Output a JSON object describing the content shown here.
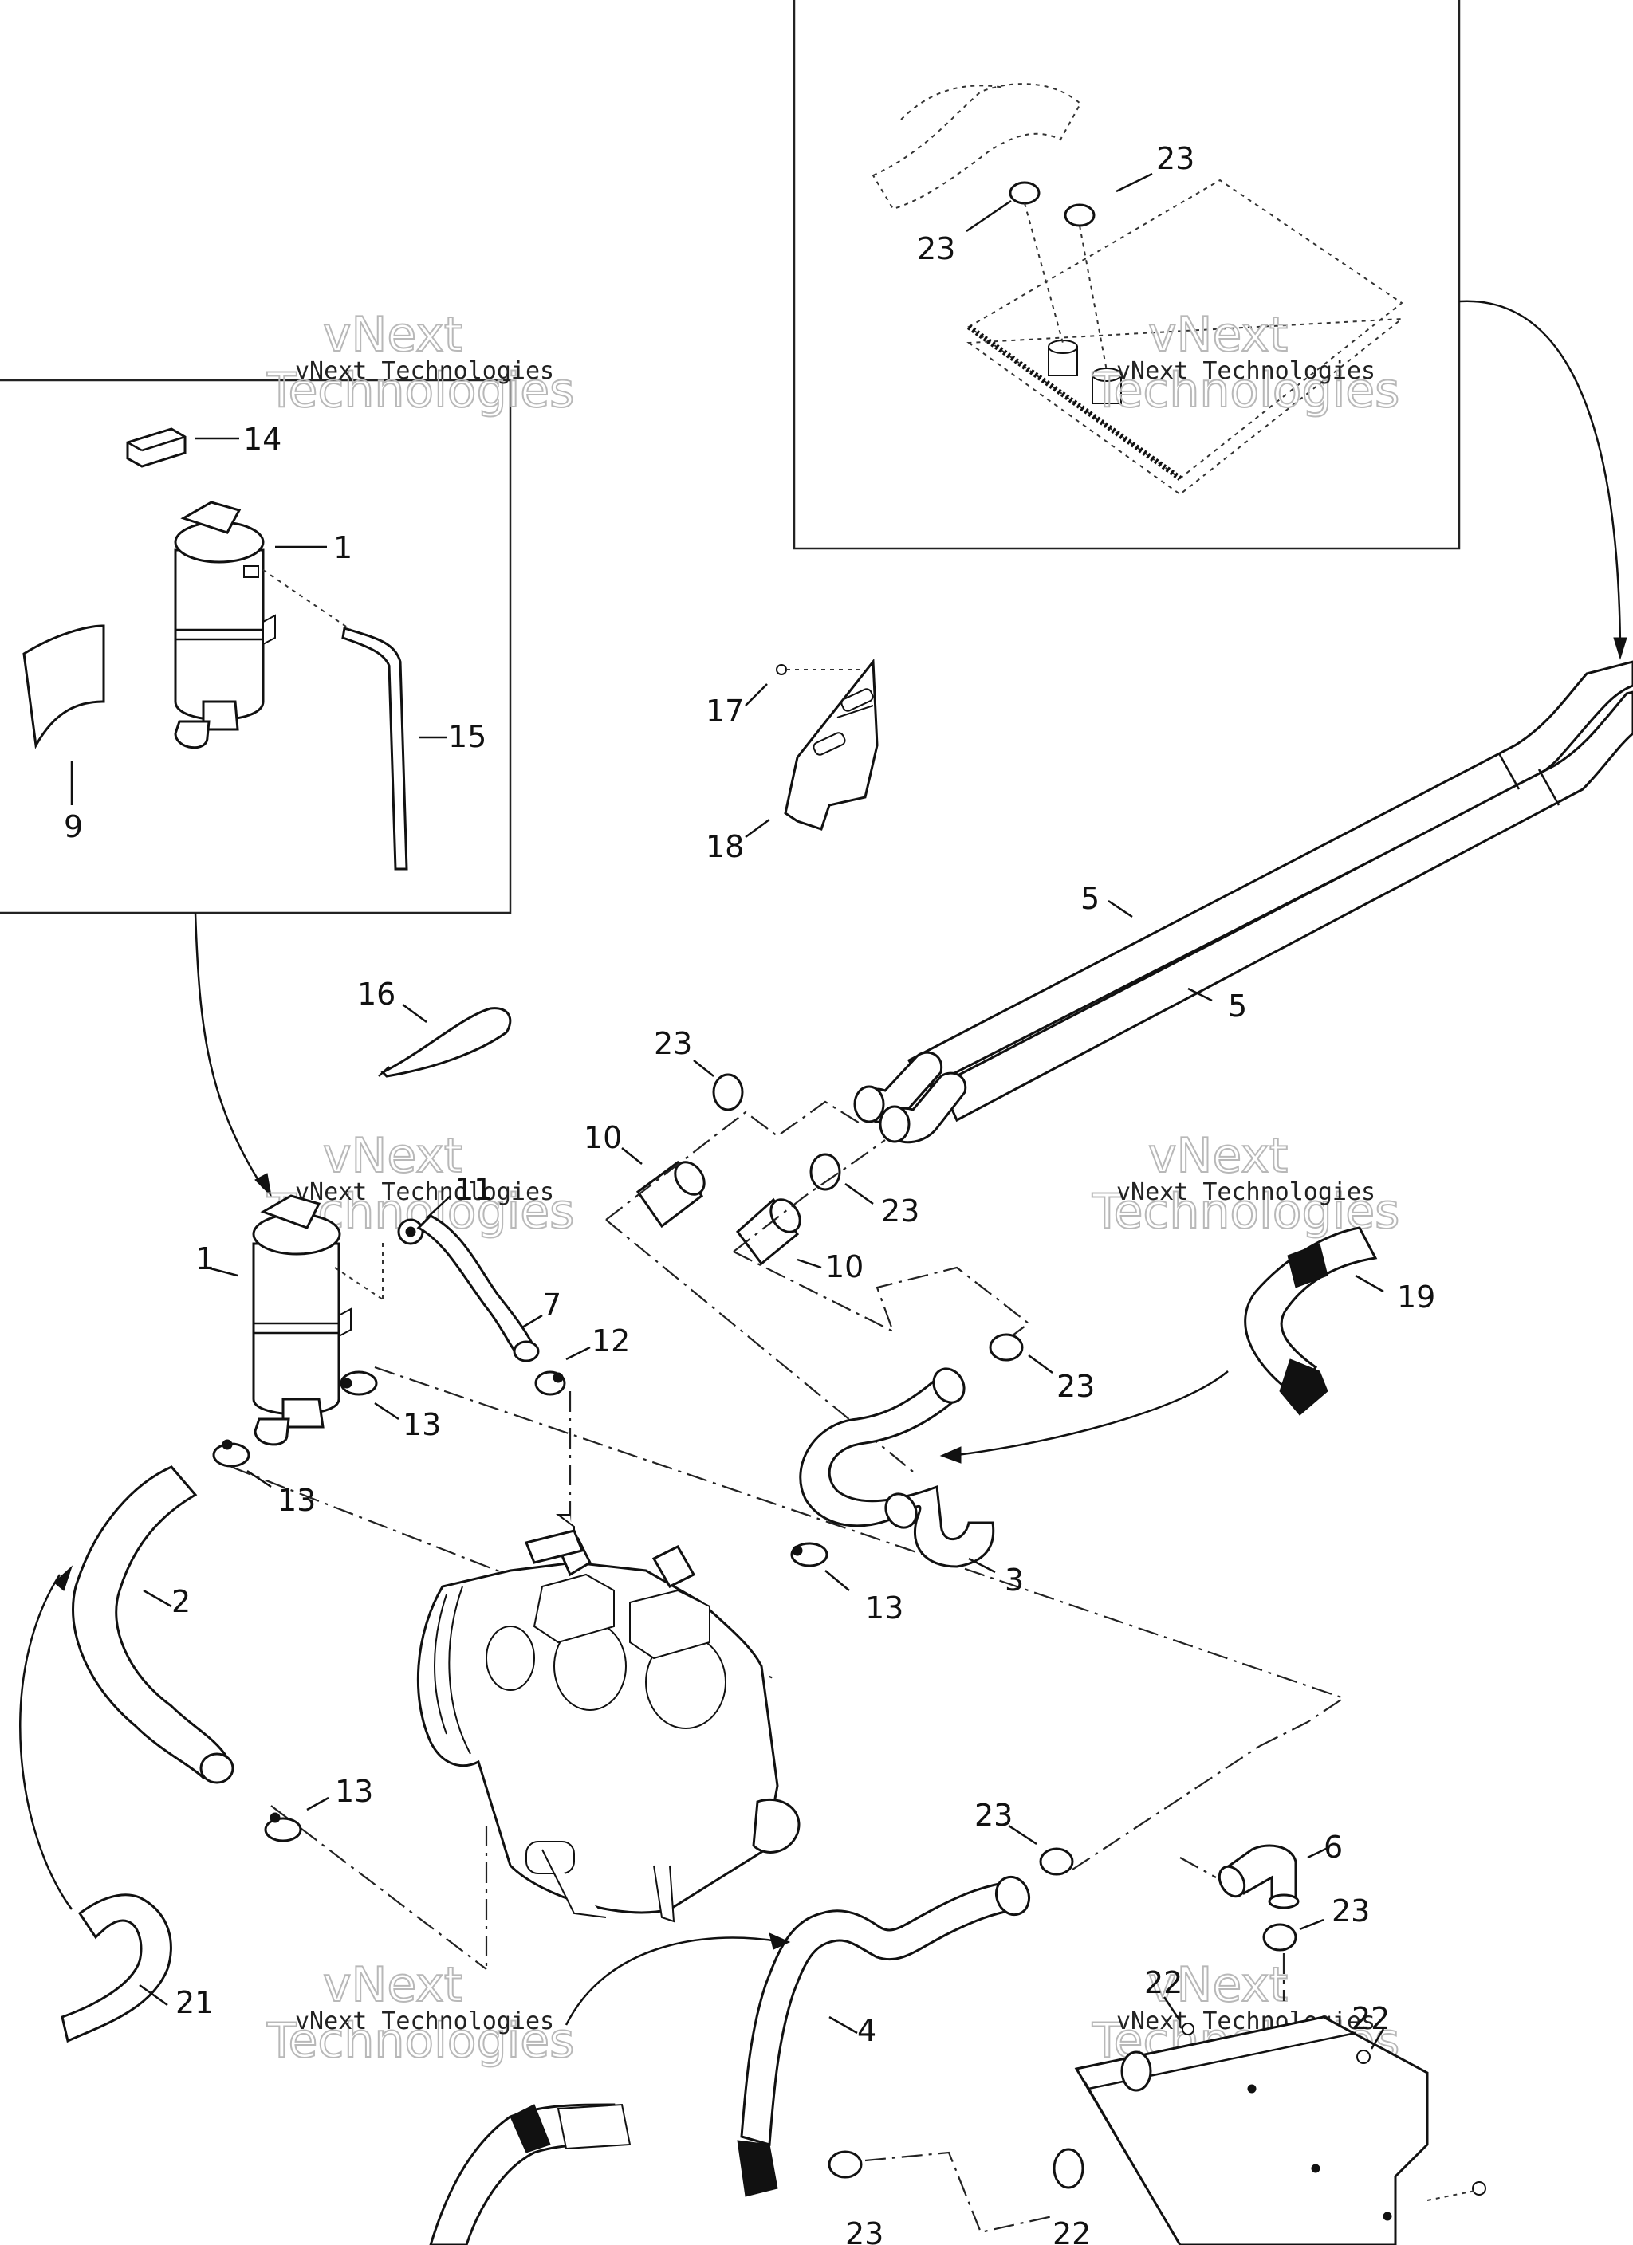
{
  "watermark": {
    "line1": "vNext",
    "line2": "Technologies",
    "full": "vNext Technologies"
  },
  "callouts": [
    {
      "id": "c23a",
      "text": "23"
    },
    {
      "id": "c23b",
      "text": "23"
    },
    {
      "id": "c14",
      "text": "14"
    },
    {
      "id": "c1a",
      "text": "1"
    },
    {
      "id": "c15",
      "text": "15"
    },
    {
      "id": "c9",
      "text": "9"
    },
    {
      "id": "c17",
      "text": "17"
    },
    {
      "id": "c18",
      "text": "18"
    },
    {
      "id": "c5a",
      "text": "5"
    },
    {
      "id": "c5b",
      "text": "5"
    },
    {
      "id": "c16",
      "text": "16"
    },
    {
      "id": "c23c",
      "text": "23"
    },
    {
      "id": "c10a",
      "text": "10"
    },
    {
      "id": "c23d",
      "text": "23"
    },
    {
      "id": "c10b",
      "text": "10"
    },
    {
      "id": "c11",
      "text": "11"
    },
    {
      "id": "c1b",
      "text": "1"
    },
    {
      "id": "c7",
      "text": "7"
    },
    {
      "id": "c12",
      "text": "12"
    },
    {
      "id": "c19",
      "text": "19"
    },
    {
      "id": "c13a",
      "text": "13"
    },
    {
      "id": "c13b",
      "text": "13"
    },
    {
      "id": "c23e",
      "text": "23"
    },
    {
      "id": "c2",
      "text": "2"
    },
    {
      "id": "c3",
      "text": "3"
    },
    {
      "id": "c13c",
      "text": "13"
    },
    {
      "id": "c13d",
      "text": "13"
    },
    {
      "id": "c23f",
      "text": "23"
    },
    {
      "id": "c6",
      "text": "6"
    },
    {
      "id": "c23g",
      "text": "23"
    },
    {
      "id": "c22a",
      "text": "22"
    },
    {
      "id": "c22b",
      "text": "22"
    },
    {
      "id": "c21",
      "text": "21"
    },
    {
      "id": "c4",
      "text": "4"
    }
  ]
}
